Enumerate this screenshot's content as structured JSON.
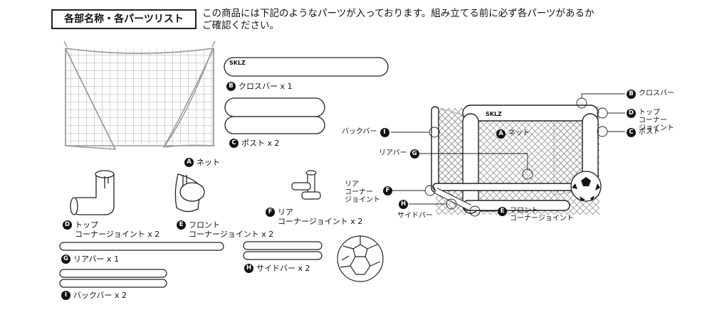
{
  "header": {
    "title": "各部名称・各パーツリスト",
    "intro": "この商品には下記のようなパーツが入っております。組み立てる前に必ず各パーツがあるか\nご確認ください。"
  },
  "brand": "SKLZ",
  "parts": {
    "cross_bar": {
      "badge": "B",
      "label": "クロスバー x 1"
    },
    "post": {
      "badge": "C",
      "label": "ポスト x 2"
    },
    "net": {
      "badge": "A",
      "label": "ネット"
    },
    "top_corner": {
      "badge": "D",
      "label": "トップ\nコーナージョイント x 2"
    },
    "front_corner": {
      "badge": "E",
      "label": "フロント\nコーナージョイント x 2"
    },
    "rear_corner": {
      "badge": "F",
      "label": "リア\nコーナージョイント x 2"
    },
    "rear_bar": {
      "badge": "G",
      "label": "リアバー x 1"
    },
    "side_bar": {
      "badge": "H",
      "label": "サイドバー x 2"
    },
    "back_bar": {
      "badge": "I",
      "label": "バックバー x 2"
    }
  },
  "callouts": {
    "cross_bar": {
      "badge": "B",
      "label": "クロスバー"
    },
    "top_corner": {
      "badge": "D",
      "label": "トップ\nコーナー\nジョイント"
    },
    "post": {
      "badge": "C",
      "label": "ポスト"
    },
    "back_bar": {
      "badge": "I",
      "label": "バックバー"
    },
    "net": {
      "badge": "A",
      "label": "ネット"
    },
    "rear_bar": {
      "badge": "G",
      "label": "リアバー"
    },
    "rear_corner": {
      "badge": "F",
      "label": "リア\nコーナー\nジョイント"
    },
    "side_bar": {
      "badge": "H",
      "label": "サイドバー"
    },
    "front_corner": {
      "badge": "E",
      "label": "フロント\nコーナージョイント"
    }
  },
  "colors": {
    "line": "#222222",
    "net": "#999999",
    "badge": "#111111"
  }
}
